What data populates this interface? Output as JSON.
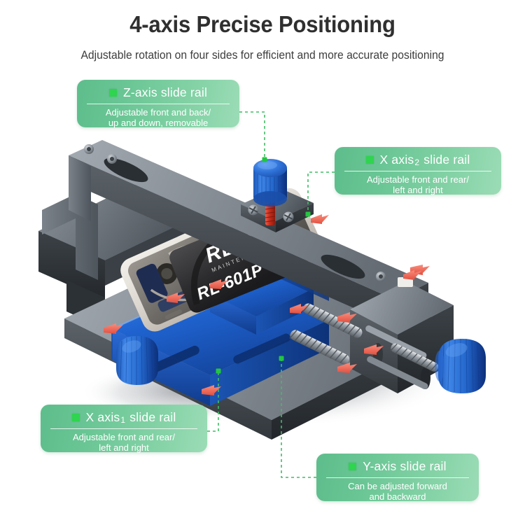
{
  "header": {
    "title": "4-axis Precise Positioning",
    "subtitle": "Adjustable rotation on four sides for efficient and more accurate positioning"
  },
  "callouts": [
    {
      "id": "z-axis",
      "title": "Z-axis slide rail",
      "title_sub": "",
      "description": "Adjustable front and back/\nup and down, removable",
      "bullet_icon": "square-bullet-icon"
    },
    {
      "id": "x-axis-2",
      "title_before": "X axis",
      "title_sub": "2",
      "title_after": "slide rail",
      "title": "X axis 2 slide rail",
      "description": "Adjustable front and rear/\nleft and right",
      "bullet_icon": "square-bullet-icon"
    },
    {
      "id": "x-axis-1",
      "title_before": "X axis",
      "title_sub": "1",
      "title_after": "slide rail",
      "title": "X axis 1 slide rail",
      "description": "Adjustable front and rear/\nleft and right",
      "bullet_icon": "square-bullet-icon"
    },
    {
      "id": "y-axis",
      "title": "Y-axis slide rail",
      "title_sub": "",
      "description": "Can be adjusted forward\nand backward",
      "bullet_icon": "square-bullet-icon"
    }
  ],
  "product": {
    "brand": "RELI",
    "model": "RL-601P",
    "description": "phone-repair-fixture-photo"
  },
  "colors": {
    "callout_green_dark": "#5ebd8c",
    "callout_green_light": "#9bdcb6",
    "bullet_green": "#2fd44f",
    "leader_green": "#3fbd63",
    "dot_green": "#22c63f",
    "title_gray": "#2f2f2f",
    "anodized_blue": "#1a5fc4",
    "steel_gray": "#6e757c",
    "arrow_red": "#ef5a4f",
    "background": "#ffffff"
  }
}
